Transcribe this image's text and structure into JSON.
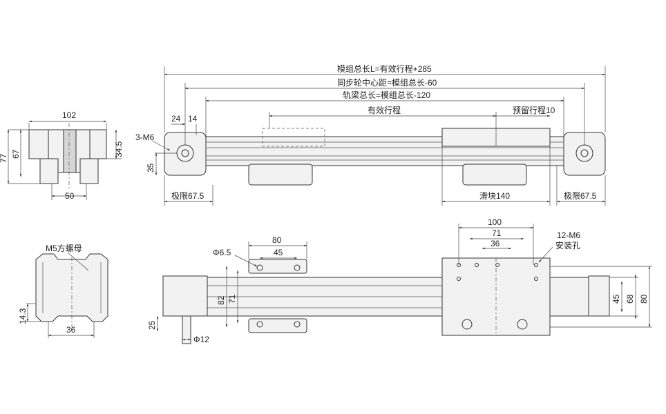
{
  "top_view": {
    "total_length": "模组总长L=有效行程+285",
    "pulley_center": "同步轮中心距=模组总长-60",
    "beam_length": "轨梁总长=模组总长-120",
    "effective_stroke": "有效行程",
    "reserved_stroke": "预留行程10",
    "left_limit": "极限67.5",
    "slider": "滑块140",
    "right_limit": "极限67.5",
    "d24": "24",
    "d14": "14",
    "screw": "3-M6",
    "d35": "35"
  },
  "end_view": {
    "width": "102",
    "h77": "77",
    "h67": "67",
    "h345": "34.5",
    "w50": "50"
  },
  "profile_view": {
    "nut": "M5方螺母",
    "h143": "14.3",
    "w36": "36"
  },
  "bottom_view": {
    "hole": "Φ6.5",
    "d80": "80",
    "d45": "45",
    "d82": "82",
    "d71": "71",
    "d25": "25",
    "shaft": "Φ12"
  },
  "slider_view": {
    "d100": "100",
    "d71": "71",
    "d36": "36",
    "tapped": "12-M6",
    "mount": "安装孔",
    "d45": "45",
    "d68": "68",
    "d80": "80"
  },
  "colors": {
    "line": "#333333",
    "fill": "#f2f2f2"
  }
}
